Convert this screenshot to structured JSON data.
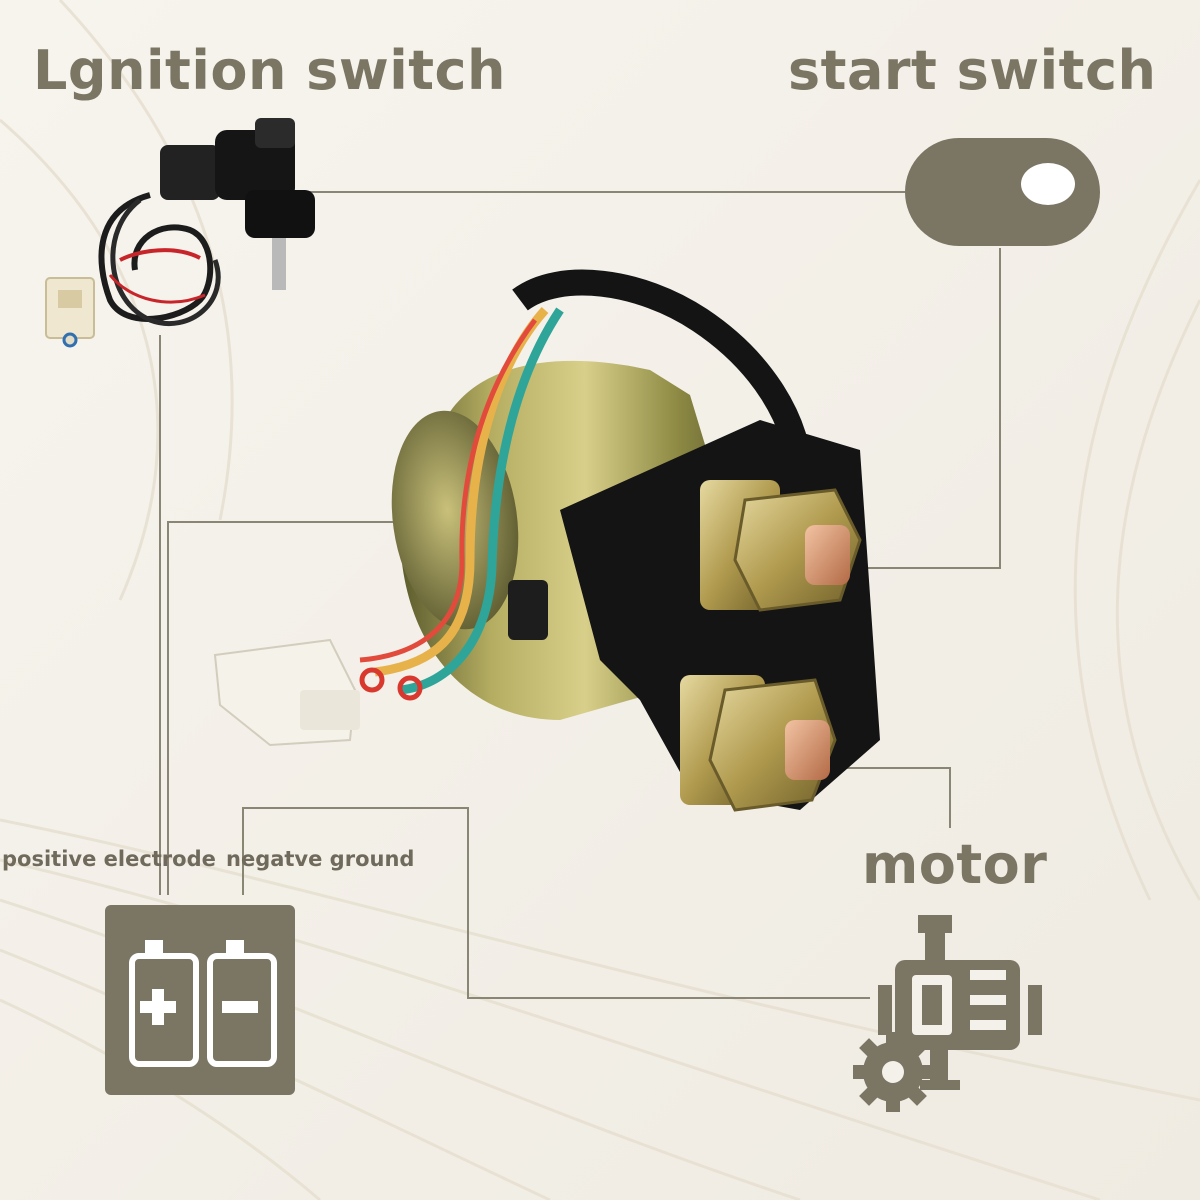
{
  "labels": {
    "ignition": "Lgnition switch",
    "start": "start switch",
    "motor": "motor",
    "positive": "positive electrode",
    "negative": "negatve ground"
  },
  "icons": {
    "start_switch": "toggle-switch-icon",
    "battery": "battery-icon",
    "motor": "motor-icon"
  },
  "colors": {
    "icon": "#7b7563",
    "line": "#8a8676",
    "text": "#7b7563",
    "background": "#f4f1ea"
  }
}
